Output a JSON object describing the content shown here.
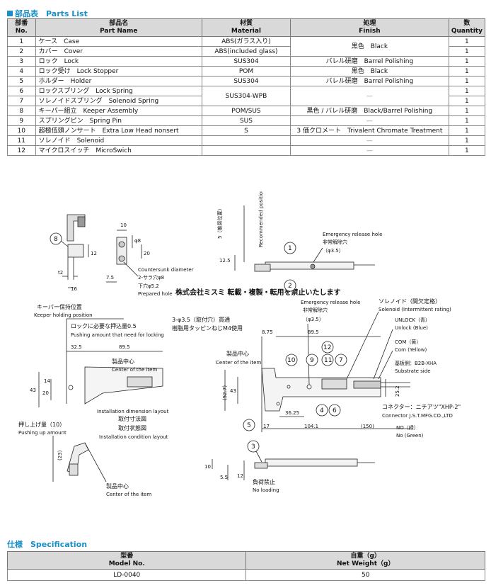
{
  "parts_section": {
    "title": "部品表　Parts List"
  },
  "parts_table": {
    "headers": {
      "no_ja": "部番",
      "no_en": "No.",
      "name_ja": "部品名",
      "name_en": "Part Name",
      "material_ja": "材質",
      "material_en": "Material",
      "finish_ja": "処理",
      "finish_en": "Finish",
      "qty_ja": "数",
      "qty_en": "Quantity"
    },
    "rows": [
      {
        "no": "1",
        "name": "ケース　Case",
        "material": "ABS(ガラス入り)",
        "finish": "黒色　Black",
        "qty": "1"
      },
      {
        "no": "2",
        "name": "カバー　Cover",
        "material": "ABS(included glass)",
        "finish": "",
        "qty": "1"
      },
      {
        "no": "3",
        "name": "ロック　Lock",
        "material": "SUS304",
        "finish": "バレル研磨　Barrel Polishing",
        "qty": "1"
      },
      {
        "no": "4",
        "name": "ロック受け　Lock Stopper",
        "material": "POM",
        "finish": "黒色　Black",
        "qty": "1"
      },
      {
        "no": "5",
        "name": "ホルダー　Holder",
        "material": "SUS304",
        "finish": "バレル研磨　Barrel Polishing",
        "qty": "1"
      },
      {
        "no": "6",
        "name": "ロックスプリング　Lock Spring",
        "material": "SUS304-WPB",
        "finish": "—",
        "qty": "1"
      },
      {
        "no": "7",
        "name": "ソレノイドスプリング　Solenoid Spring",
        "material": "",
        "finish": "",
        "qty": "1"
      },
      {
        "no": "8",
        "name": "キーパー組立　Keeper Assembly",
        "material": "POM/SUS",
        "finish": "黒色 / バレル研磨　Black/Barrel Polishing",
        "qty": "1"
      },
      {
        "no": "9",
        "name": "スプリングピン　Spring Pin",
        "material": "SUS",
        "finish": "—",
        "qty": "1"
      },
      {
        "no": "10",
        "name": "超極低頭ノンサート　Extra Low Head nonsert",
        "material": "S",
        "finish": "3 価クロメート　Trivalent Chromate Treatment",
        "qty": "1"
      },
      {
        "no": "11",
        "name": "ソレノイド　Solenoid",
        "material": "",
        "finish": "—",
        "qty": "1"
      },
      {
        "no": "12",
        "name": "マイクロスイッチ　MicroSwich",
        "material": "",
        "finish": "—",
        "qty": "1"
      }
    ]
  },
  "drawing": {
    "keeper_dims": {
      "d10": "10",
      "d8": "φ8",
      "d12": "12",
      "d20": "20",
      "d7_5": "7.5",
      "t2": "t2",
      "d16": "16"
    },
    "countersunk_ja": "Countersunk diameter",
    "countersunk_sub": "2-サラ穴φ8",
    "prepared_ja": "下穴φ5.2",
    "prepared_en": "Prepared hole",
    "watermark": "株式会社ミスミ 転載・複製・転用を禁止いたします",
    "rec_pos_ja": "5（推奨位置）",
    "rec_pos_en": "Recommended position",
    "d12_5": "12.5",
    "emergency_ja": "非常解除穴",
    "emergency_en": "Emergency release hole",
    "emergency_dim": "（φ3.5）",
    "keeper_hold_ja": "キーパー保持位置",
    "keeper_hold_en": "Keeper holding position",
    "push_need_ja": "ロックに必要な押込量0.5",
    "push_need_en": "Pushing amount that need for locking",
    "d32_5": "32.5",
    "d89_5": "89.5",
    "d43": "43",
    "d20b": "20",
    "d14": "14",
    "center_ja": "製品中心",
    "center_en": "Center of the item",
    "install_dim_en": "Installation dimension layout",
    "install_dim_ja": "取付寸法図",
    "install_cond_ja": "取付状態図",
    "install_cond_en": "Installation condition layout",
    "push_up_ja": "押し上げ量（10）",
    "push_up_en": "Pushing up amount",
    "d23": "(23)",
    "holes_ja": "3-φ3.5（取付穴）貫通",
    "holes_ja2": "樹脂用タッピンねじM4使用",
    "d8_75": "8.75",
    "d89_5b": "89.5",
    "solenoid_ja": "ソレノイド（間欠定格）",
    "solenoid_en": "Solenoid (Intermittent rating)",
    "unlock_ja": "UNLOCK（青）",
    "unlock_en": "Unlock (Blue)",
    "com_ja": "COM（黄）",
    "com_en": "Com (Yellow)",
    "substrate_ja": "基板側：B2B-XHA",
    "substrate_en": "Substrate side",
    "connector_ja": "コネクター：ニチアツ\"XHP-2\"",
    "connector_en": "Connector J.S.T.MFG.CO.,LTD",
    "no_ja": "NO（緑）",
    "no_en": "No (Green)",
    "d52_7": "(52.7)",
    "d43b": "43",
    "d25_2": "25.2",
    "d17": "17",
    "d36_25": "36.25",
    "d104_1": "104.1",
    "d150": "(150)",
    "d10b": "10",
    "d5_5": "5.5",
    "d12b": "12",
    "noload_ja": "負荷禁止",
    "noload_en": "No loading",
    "callouts": [
      "1",
      "2",
      "3",
      "4",
      "5",
      "6",
      "7",
      "8",
      "9",
      "10",
      "11",
      "12"
    ]
  },
  "spec_section": {
    "title": "仕様　Specification"
  },
  "spec_table": {
    "model_ja": "型番",
    "model_en": "Model No.",
    "weight_ja": "自重（g）",
    "weight_en": "Net Weight（g）",
    "model": "LD-0040",
    "weight": "50"
  }
}
